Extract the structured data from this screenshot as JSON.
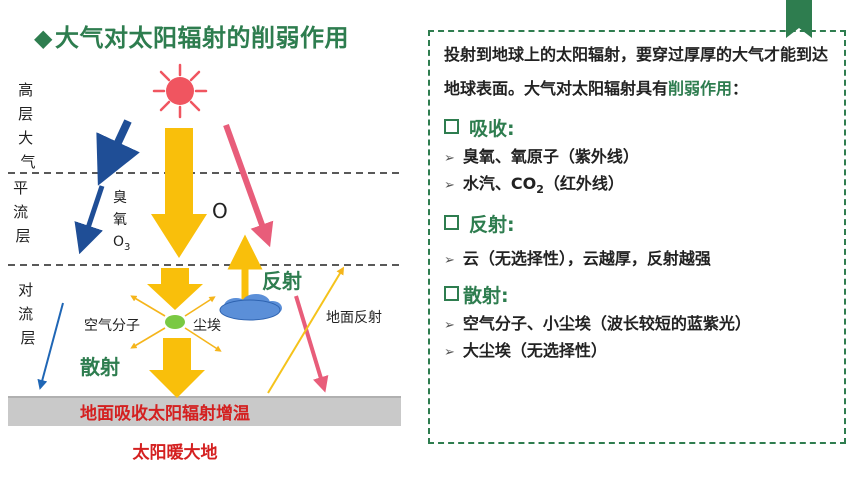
{
  "title": "大气对太阳辐射的削弱作用",
  "colors": {
    "accent_green": "#2e7d4f",
    "sun": "#f05560",
    "radiation_arrow": "#f9bf0b",
    "direct_arrow": "#e85d7a",
    "layer_arrow": "#1f4e96",
    "ground_label_red": "#d42020",
    "ground": "#bfbfbf"
  },
  "diagram": {
    "layers": {
      "upper": "高层大气",
      "strat": "平流层",
      "trop": "对流层"
    },
    "ozone_char": "臭",
    "oxygen_char": "氧",
    "o3_main": "O",
    "o3_sub": "3",
    "o_label": "O",
    "air_molecule": "空气分子",
    "dust": "尘埃",
    "scatter_label": "散射",
    "reflect_label": "反射",
    "ground_reflect": "地面反射",
    "ground_absorb": "地面吸收太阳辐射增温",
    "sun_warms": "太阳暖大地"
  },
  "panel": {
    "intro_a": "投射到地球上的太阳辐射，要穿过厚厚的大气才能到达地球表面。大气对太阳辐射具有",
    "intro_hl": "削弱作用",
    "intro_end": "：",
    "absorb": {
      "title": "吸收:",
      "item1": "臭氧、氧原子（紫外线）",
      "item2_a": "水汽、CO",
      "item2_sub": "2",
      "item2_b": "（红外线）"
    },
    "reflect": {
      "title": "反射:",
      "item1": "云（无选择性），云越厚，反射越强"
    },
    "scatter": {
      "title": "散射:",
      "item1": "空气分子、小尘埃（波长较短的蓝紫光）",
      "item2": "大尘埃（无选择性）"
    }
  }
}
